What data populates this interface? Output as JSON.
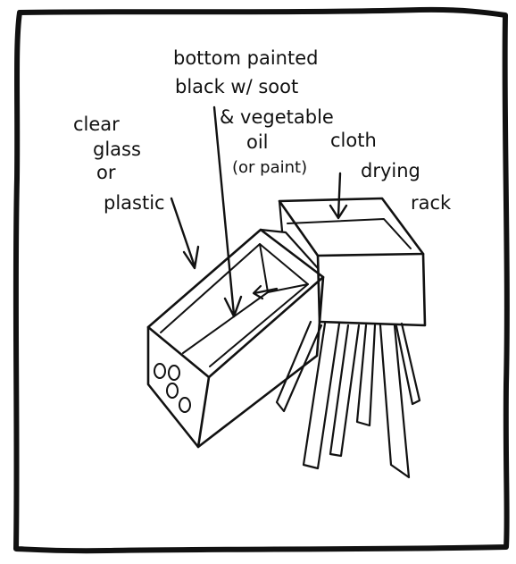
{
  "labels": {
    "bottom_line1": "bottom painted",
    "bottom_line2": "black w/ soot",
    "bottom_line3": "& vegetable",
    "bottom_line4": "oil",
    "bottom_line5": "(or paint)",
    "glass_line1": "clear",
    "glass_line2": "glass",
    "glass_line3": "or",
    "glass_line4": "plastic",
    "rack_line1": "cloth",
    "rack_line2": "drying",
    "rack_line3": "rack"
  },
  "colors": {
    "ink": "#111111",
    "paper": "#ffffff"
  }
}
